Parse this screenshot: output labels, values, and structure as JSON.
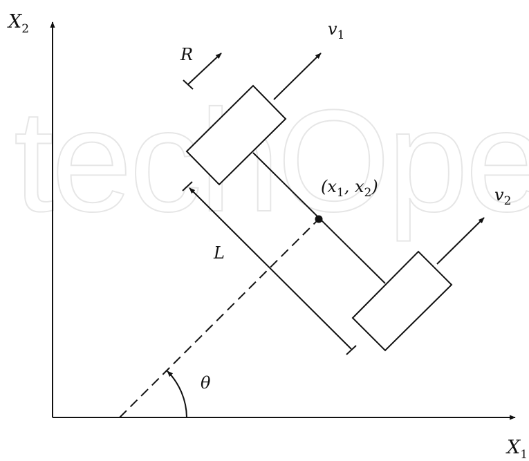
{
  "watermark": "techOpen",
  "axes": {
    "x_label": "X",
    "x_sub": "1",
    "y_label": "X",
    "y_sub": "2"
  },
  "labels": {
    "R": "R",
    "L": "L",
    "theta": "θ",
    "v1": "v",
    "v1_sub": "1",
    "v2": "v",
    "v2_sub": "2",
    "center_open": "(x",
    "center_sub1": "1",
    "center_mid": ", x",
    "center_sub2": "2",
    "center_close": ")"
  },
  "colors": {
    "stroke": "#111111",
    "watermark": "#e6e6e6"
  }
}
